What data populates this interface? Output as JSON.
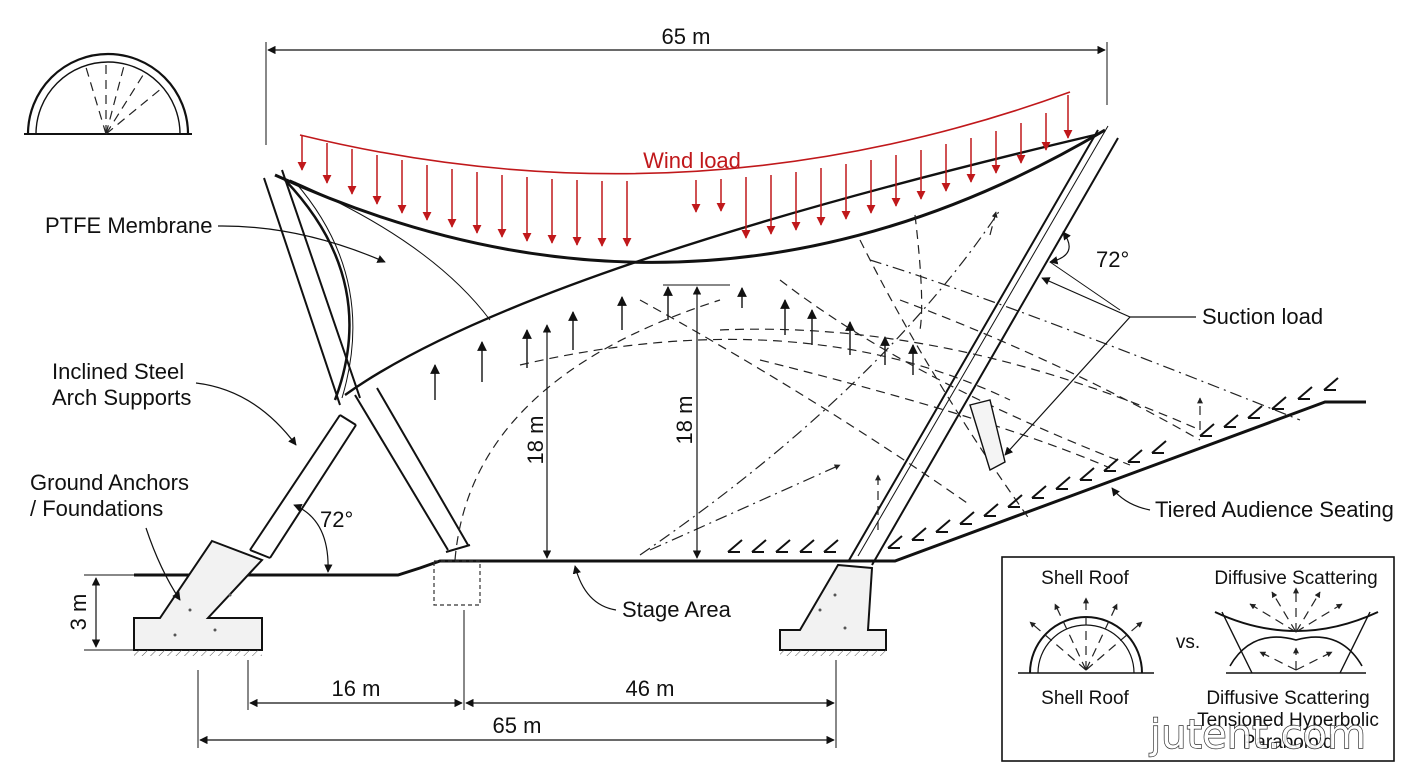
{
  "labels": {
    "wind_load": "Wind load",
    "ptfe_membrane": "PTFE Membrane",
    "inclined_supports_line1": "Inclined Steel",
    "inclined_supports_line2": "Arch Supports",
    "ground_anchors_line1": "Ground Anchors",
    "ground_anchors_line2": "/ Foundations",
    "suction_load": "Suction load",
    "tiered_seating": "Tiered Audience Seating",
    "stage_area": "Stage Area"
  },
  "dimensions": {
    "top_span": "65 m",
    "bottom_span": "65 m",
    "left_segment": "16 m",
    "right_segment": "46 m",
    "height_left": "18 m",
    "height_right": "18 m",
    "foundation_depth": "3 m",
    "angle_left": "72°",
    "angle_right": "72°"
  },
  "legend": {
    "left_title": "Shell Roof",
    "right_title": "Diffusive Scattering",
    "vs": "vs.",
    "left_caption": "Shell Roof",
    "right_caption": "Diffusive Scattering",
    "right_caption_line2": "Tensioned Hyperbolic",
    "right_caption_line3": "Paraboloid"
  },
  "watermark": "jutent.com",
  "colors": {
    "ink": "#111111",
    "wind": "#c0181b",
    "concrete": "#f2f2f2"
  }
}
